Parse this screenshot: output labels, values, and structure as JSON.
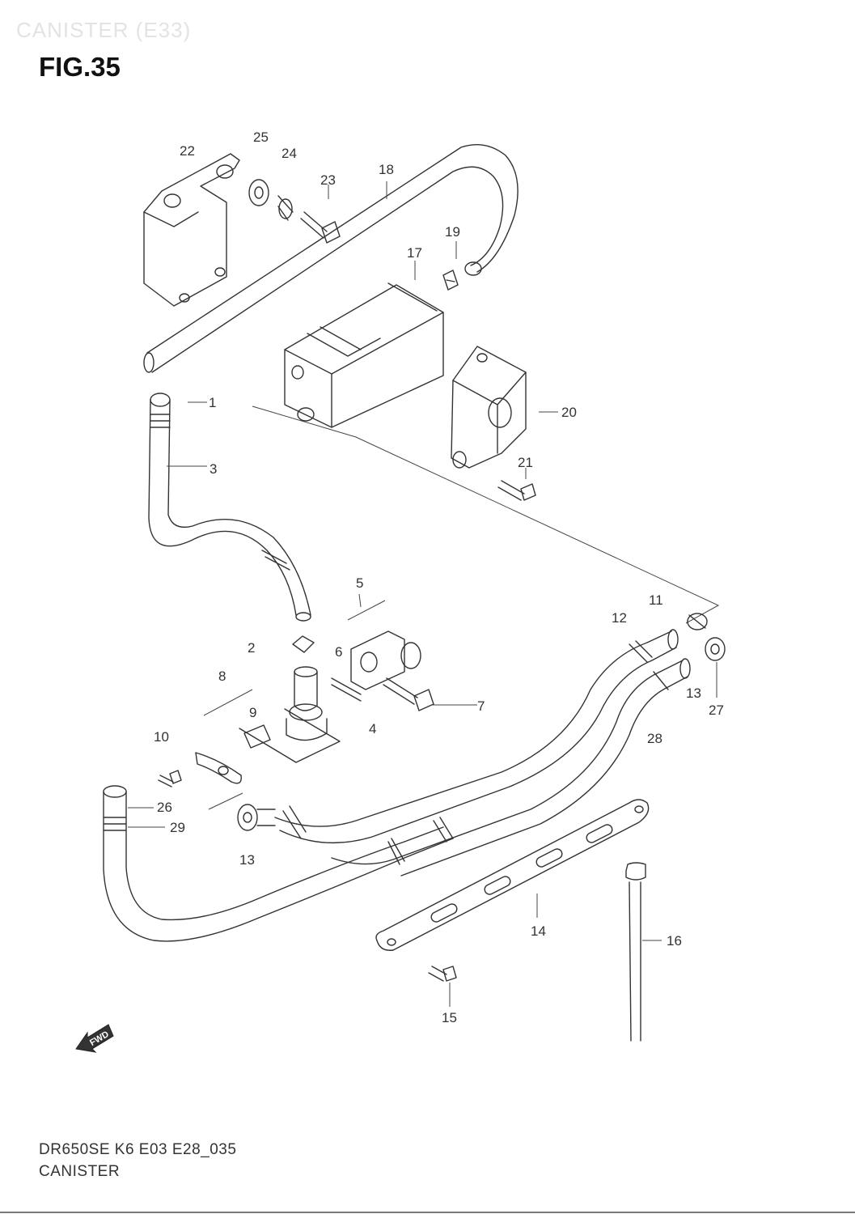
{
  "watermark": "CANISTER (E33)",
  "figure_title": "FIG.35",
  "callouts": {
    "c1": "1",
    "c2": "2",
    "c3": "3",
    "c4": "4",
    "c5": "5",
    "c6": "6",
    "c7": "7",
    "c8": "8",
    "c9": "9",
    "c10": "10",
    "c11": "11",
    "c12": "12",
    "c13a": "13",
    "c13b": "13",
    "c14": "14",
    "c15": "15",
    "c16": "16",
    "c17": "17",
    "c18": "18",
    "c19": "19",
    "c20": "20",
    "c21": "21",
    "c22": "22",
    "c23": "23",
    "c24": "24",
    "c25": "25",
    "c26": "26",
    "c27": "27",
    "c28": "28",
    "c29": "29"
  },
  "fwd_label": "FWD",
  "footer": {
    "code": "DR650SE K6 E03 E28_035",
    "name": "CANISTER"
  }
}
